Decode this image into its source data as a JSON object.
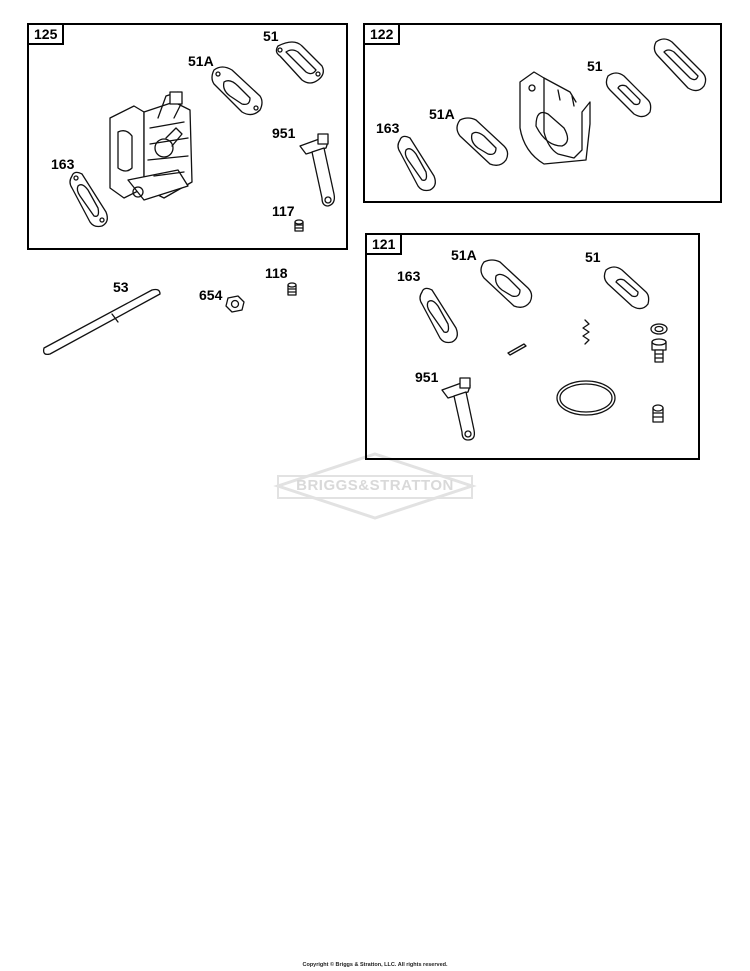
{
  "sections": [
    {
      "id": "125",
      "labels": [
        "51",
        "51A",
        "951",
        "163",
        "117"
      ]
    },
    {
      "id": "122",
      "labels": [
        "51",
        "51A",
        "163"
      ]
    },
    {
      "id": "121",
      "labels": [
        "51A",
        "51",
        "163",
        "951"
      ]
    }
  ],
  "loose_parts": [
    "53",
    "654",
    "118"
  ],
  "watermark": "BRIGGS&STRATTON",
  "copyright": "Copyright © Briggs & Stratton, LLC. All rights reserved."
}
